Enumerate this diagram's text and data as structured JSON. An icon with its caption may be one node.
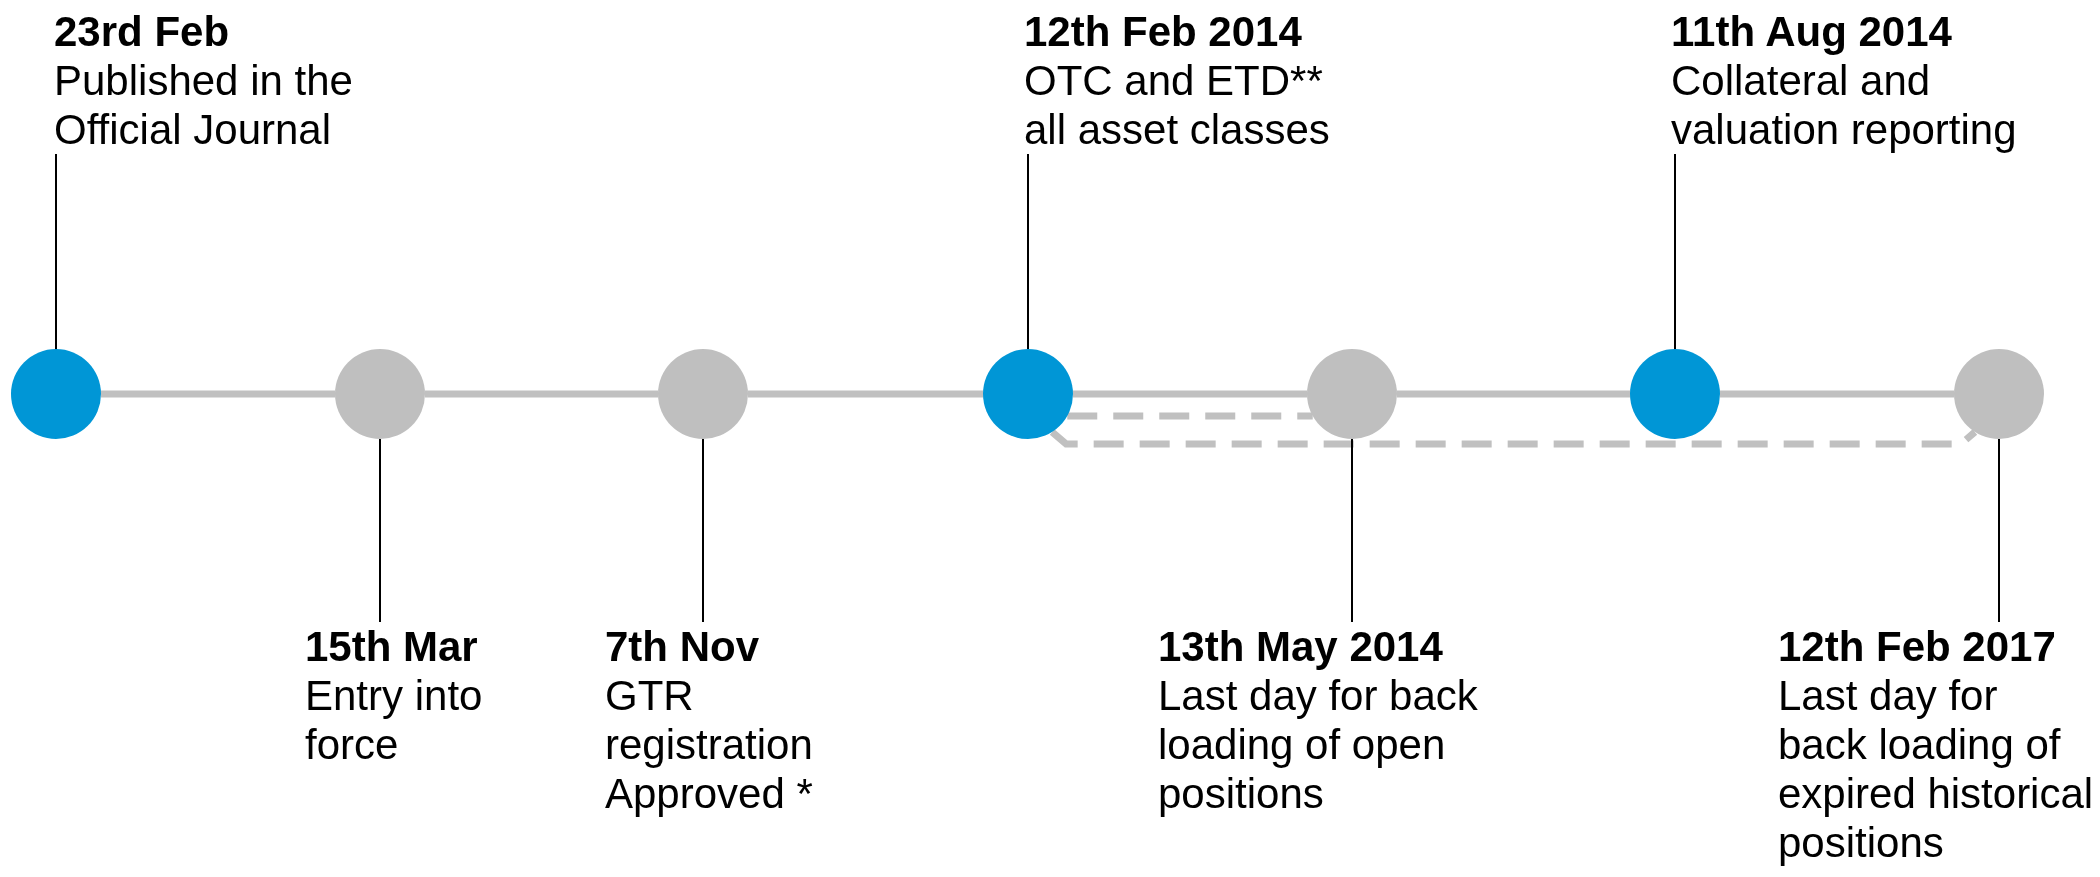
{
  "diagram": {
    "nodes": [
      {
        "text": [],
        "shape": "circle"
      },
      {
        "text": [],
        "shape": "circle"
      },
      {
        "text": [],
        "shape": "circle"
      },
      {
        "text": [],
        "shape": "circle"
      },
      {
        "text": [],
        "shape": "circle"
      },
      {
        "text": [],
        "shape": "circle"
      },
      {
        "text": [],
        "shape": "circle"
      },
      {
        "text": [
          "23rd Feb",
          "Published in the Official Journal"
        ]
      },
      {
        "text": [
          "15th Mar",
          "Entry into force"
        ]
      },
      {
        "text": [
          "7th Nov",
          "GTR registration Approved *"
        ]
      },
      {
        "text": [
          "12th Feb 2014",
          "OTC and ETD** all asset classes"
        ]
      },
      {
        "text": [
          "13th May 2014",
          "Last day for back loading of open positions"
        ]
      },
      {
        "text": [
          "11th Aug 2014",
          "Collateral and valuation reporting"
        ]
      },
      {
        "text": [
          "12th Feb 2017",
          "Last day for back loading of expired historical positions"
        ]
      }
    ],
    "edges": [
      {
        "from": 0,
        "to": 1,
        "arrow": "none"
      },
      {
        "from": 1,
        "to": 2,
        "arrow": "none"
      },
      {
        "from": 2,
        "to": 3,
        "arrow": "none"
      },
      {
        "from": 3,
        "to": 4,
        "arrow": "none"
      },
      {
        "from": 4,
        "to": 5,
        "arrow": "none"
      },
      {
        "from": 5,
        "to": 6,
        "arrow": "none"
      },
      {
        "from": 3,
        "to": 4,
        "arrow": "none",
        "style": "dashed"
      },
      {
        "from": 3,
        "to": 6,
        "arrow": "none",
        "style": "dashed"
      },
      {
        "from": 7,
        "to": 0,
        "arrow": "none",
        "color": "#000000"
      },
      {
        "from": 8,
        "to": 1,
        "arrow": "none",
        "color": "#000000"
      },
      {
        "from": 9,
        "to": 2,
        "arrow": "none",
        "color": "#000000"
      },
      {
        "from": 10,
        "to": 3,
        "arrow": "none",
        "color": "#000000"
      },
      {
        "from": 11,
        "to": 4,
        "arrow": "none",
        "color": "#000000"
      },
      {
        "from": 12,
        "to": 5,
        "arrow": "none",
        "color": "#000000"
      },
      {
        "from": 13,
        "to": 6,
        "arrow": "none",
        "color": "#000000"
      }
    ]
  }
}
